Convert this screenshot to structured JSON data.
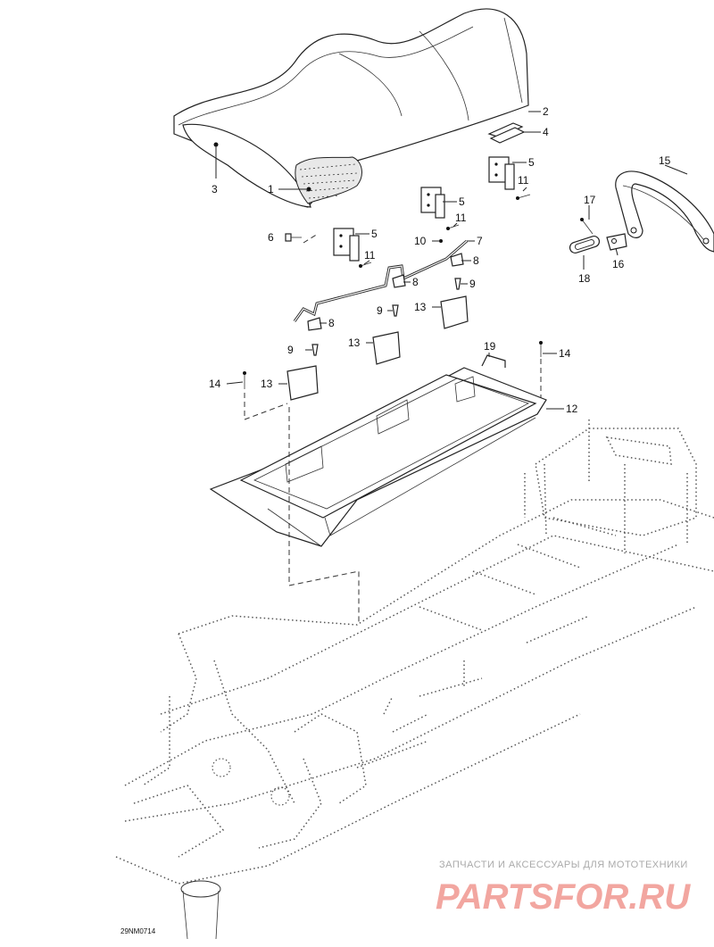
{
  "diagram": {
    "drawing_code": "29NM0714",
    "callouts": [
      {
        "id": "c1",
        "text": "1"
      },
      {
        "id": "c2",
        "text": "2"
      },
      {
        "id": "c3",
        "text": "3"
      },
      {
        "id": "c4",
        "text": "4"
      },
      {
        "id": "c5a",
        "text": "5"
      },
      {
        "id": "c5b",
        "text": "5"
      },
      {
        "id": "c5c",
        "text": "5"
      },
      {
        "id": "c6",
        "text": "6"
      },
      {
        "id": "c7",
        "text": "7"
      },
      {
        "id": "c8a",
        "text": "8"
      },
      {
        "id": "c8b",
        "text": "8"
      },
      {
        "id": "c8c",
        "text": "8"
      },
      {
        "id": "c9a",
        "text": "9"
      },
      {
        "id": "c9b",
        "text": "9"
      },
      {
        "id": "c9c",
        "text": "9"
      },
      {
        "id": "c10",
        "text": "10"
      },
      {
        "id": "c11a",
        "text": "11"
      },
      {
        "id": "c11b",
        "text": "11"
      },
      {
        "id": "c11c",
        "text": "11"
      },
      {
        "id": "c12",
        "text": "12"
      },
      {
        "id": "c13a",
        "text": "13"
      },
      {
        "id": "c13b",
        "text": "13"
      },
      {
        "id": "c13c",
        "text": "13"
      },
      {
        "id": "c14a",
        "text": "14"
      },
      {
        "id": "c14b",
        "text": "14"
      },
      {
        "id": "c15",
        "text": "15"
      },
      {
        "id": "c16",
        "text": "16"
      },
      {
        "id": "c17",
        "text": "17"
      },
      {
        "id": "c18",
        "text": "18"
      },
      {
        "id": "c19",
        "text": "19"
      }
    ]
  },
  "watermark": {
    "tagline": "ЗАПЧАСТИ И АКСЕССУАРЫ ДЛЯ МОТОТЕХНИКИ",
    "brand": "PARTSFOR.RU"
  }
}
